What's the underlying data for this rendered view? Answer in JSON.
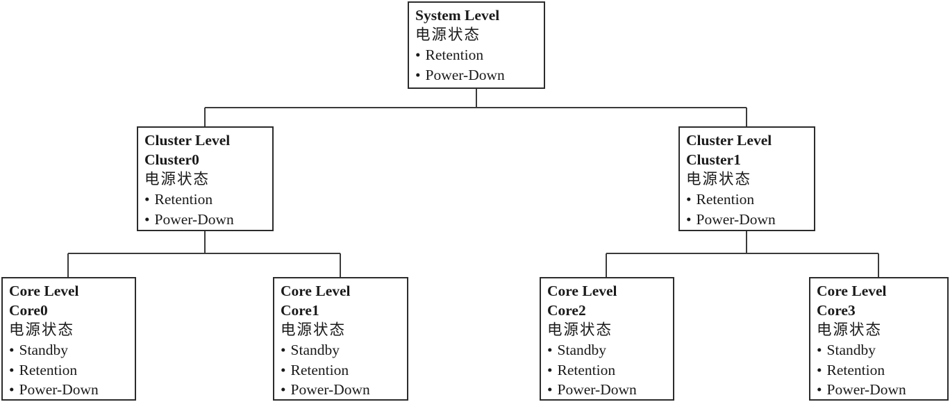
{
  "diagram": {
    "bullet": "•",
    "power_state_label": "电源状态",
    "nodes": {
      "system": {
        "title": "System Level",
        "name": "",
        "states": [
          "Retention",
          "Power-Down"
        ]
      },
      "cluster0": {
        "title": "Cluster Level",
        "name": "Cluster0",
        "states": [
          "Retention",
          "Power-Down"
        ]
      },
      "cluster1": {
        "title": "Cluster Level",
        "name": "Cluster1",
        "states": [
          "Retention",
          "Power-Down"
        ]
      },
      "core0": {
        "title": "Core Level",
        "name": "Core0",
        "states": [
          "Standby",
          "Retention",
          "Power-Down"
        ]
      },
      "core1": {
        "title": "Core Level",
        "name": "Core1",
        "states": [
          "Standby",
          "Retention",
          "Power-Down"
        ]
      },
      "core2": {
        "title": "Core Level",
        "name": "Core2",
        "states": [
          "Standby",
          "Retention",
          "Power-Down"
        ]
      },
      "core3": {
        "title": "Core Level",
        "name": "Core3",
        "states": [
          "Standby",
          "Retention",
          "Power-Down"
        ]
      }
    },
    "colors": {
      "border": "#2b2b2b",
      "line": "#3a3a3a",
      "text": "#1a1a1a",
      "background": "#ffffff"
    }
  }
}
